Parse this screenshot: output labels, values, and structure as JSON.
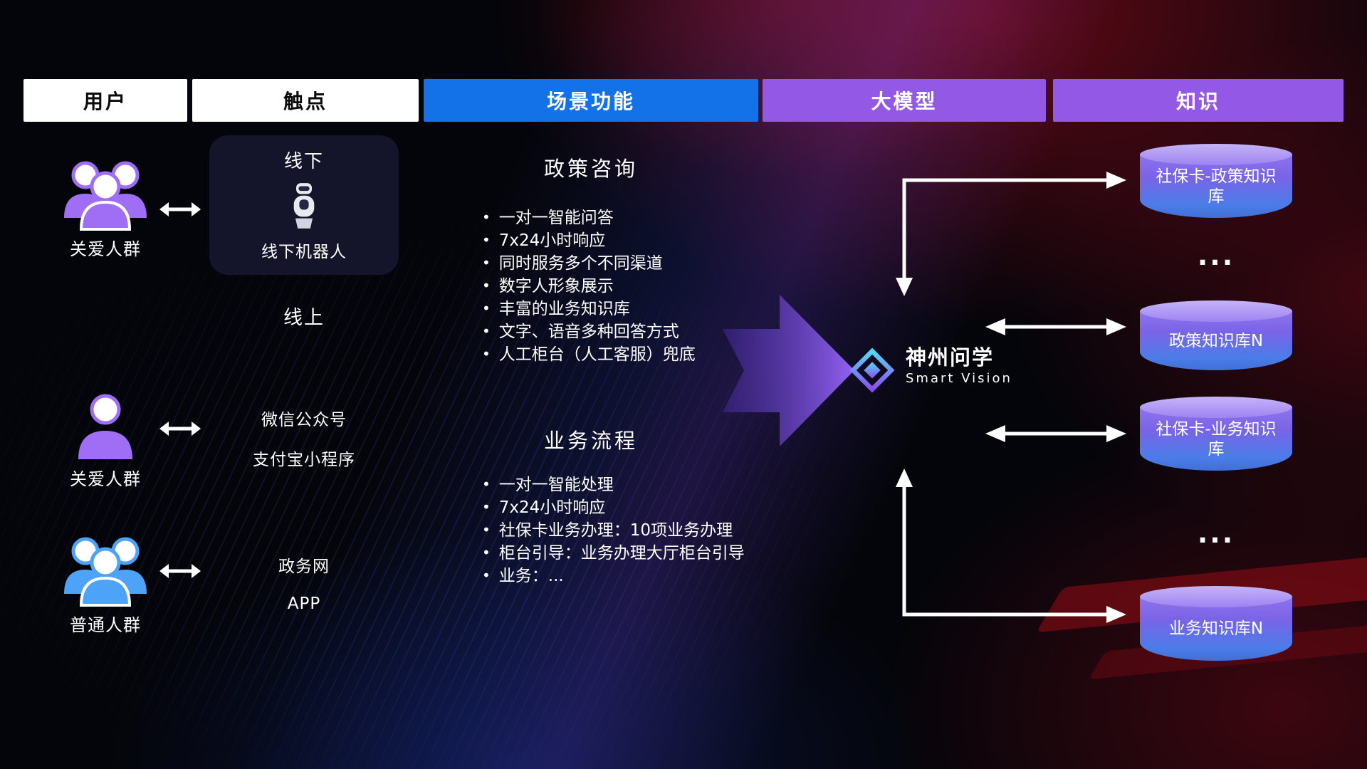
{
  "headers": [
    {
      "label": "用户",
      "style": "white"
    },
    {
      "label": "触点",
      "style": "white"
    },
    {
      "label": "场景功能",
      "style": "blue"
    },
    {
      "label": "大模型",
      "style": "purple"
    },
    {
      "label": "知识",
      "style": "purple"
    }
  ],
  "users": [
    {
      "label": "关爱人群",
      "icon": "group-users-purple-icon"
    },
    {
      "label": "关爱人群",
      "icon": "single-user-purple-icon"
    },
    {
      "label": "普通人群",
      "icon": "group-users-blue-icon"
    }
  ],
  "touchpoints": {
    "offline": {
      "title": "线下",
      "robot_label": "线下机器人"
    },
    "online_label": "线上",
    "channels": [
      "微信公众号",
      "支付宝小程序",
      "政务网",
      "APP"
    ]
  },
  "scenarios": [
    {
      "title": "政策咨询",
      "items": [
        "一对一智能问答",
        "7x24小时响应",
        "同时服务多个不同渠道",
        "数字人形象展示",
        "丰富的业务知识库",
        "文字、语音多种回答方式",
        "人工柜台（人工客服）兜底"
      ]
    },
    {
      "title": "业务流程",
      "items": [
        "一对一智能处理",
        "7x24小时响应",
        "社保卡业务办理：10项业务办理",
        "柜台引导：业务办理大厅柜台引导",
        "业务：..."
      ]
    }
  ],
  "model": {
    "name": "神州问学",
    "subtitle": "Smart Vision"
  },
  "knowledge": [
    {
      "type": "db",
      "label": "社保卡-政策知识库"
    },
    {
      "type": "ellipsis",
      "label": "..."
    },
    {
      "type": "db",
      "label": "政策知识库N"
    },
    {
      "type": "db",
      "label": "社保卡-业务知识库"
    },
    {
      "type": "ellipsis",
      "label": "..."
    },
    {
      "type": "db",
      "label": "业务知识库N"
    }
  ],
  "colors": {
    "header_white_bg": "#ffffff",
    "header_blue_bg": "#1472e8",
    "header_purple_bg": "#9358e5",
    "user_icon_purple": "#a06ef5",
    "user_icon_blue": "#4da3f7",
    "cylinder_top": "#b9a6f6",
    "cylinder_body_purple": "#8d74ee",
    "cylinder_body_blue": "#4b7ce8",
    "flow_arrow_purple": "#8a5cf5",
    "connector_white": "#ffffff",
    "background_red_glow": "#af0c1e",
    "background_blue_beam": "#2d3cbe"
  }
}
